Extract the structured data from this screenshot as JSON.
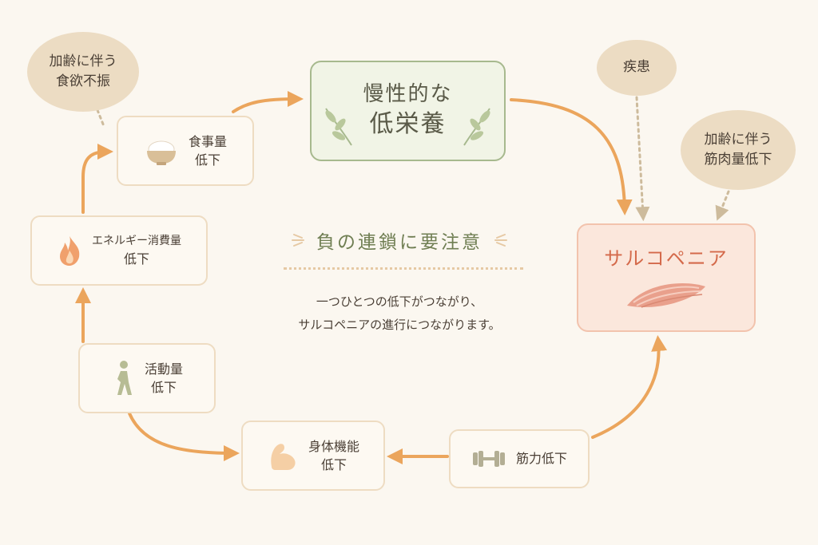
{
  "center": {
    "line1": "慢性的な",
    "line2": "低栄養"
  },
  "outcome": {
    "label": "サルコペニア"
  },
  "nodes": {
    "meal": {
      "line1": "食事量",
      "line2": "低下",
      "icon": "rice-bowl-icon"
    },
    "energy": {
      "line1": "エネルギー消費量",
      "line2": "低下",
      "icon": "flame-icon"
    },
    "activity": {
      "line1": "活動量",
      "line2": "低下",
      "icon": "walking-person-icon"
    },
    "physical": {
      "line1": "身体機能",
      "line2": "低下",
      "icon": "flexed-arm-icon"
    },
    "strength": {
      "line1": "筋力低下",
      "icon": "dumbbell-icon"
    }
  },
  "factors": {
    "appetite": {
      "line1": "加齢に伴う",
      "line2": "食欲不振"
    },
    "disease": {
      "line1": "疾患"
    },
    "muscle": {
      "line1": "加齢に伴う",
      "line2": "筋肉量低下"
    }
  },
  "message": {
    "title": "負の連鎖に要注意",
    "line1": "一つひとつの低下がつながり、",
    "line2": "サルコペニアの進行につながります。"
  },
  "colors": {
    "arrow": "#eba55c",
    "dotted_arrow": "#cdbb9c",
    "center_border": "#a7b98e",
    "outcome_text": "#d46a4b",
    "bubble": "#ecdcc3"
  }
}
